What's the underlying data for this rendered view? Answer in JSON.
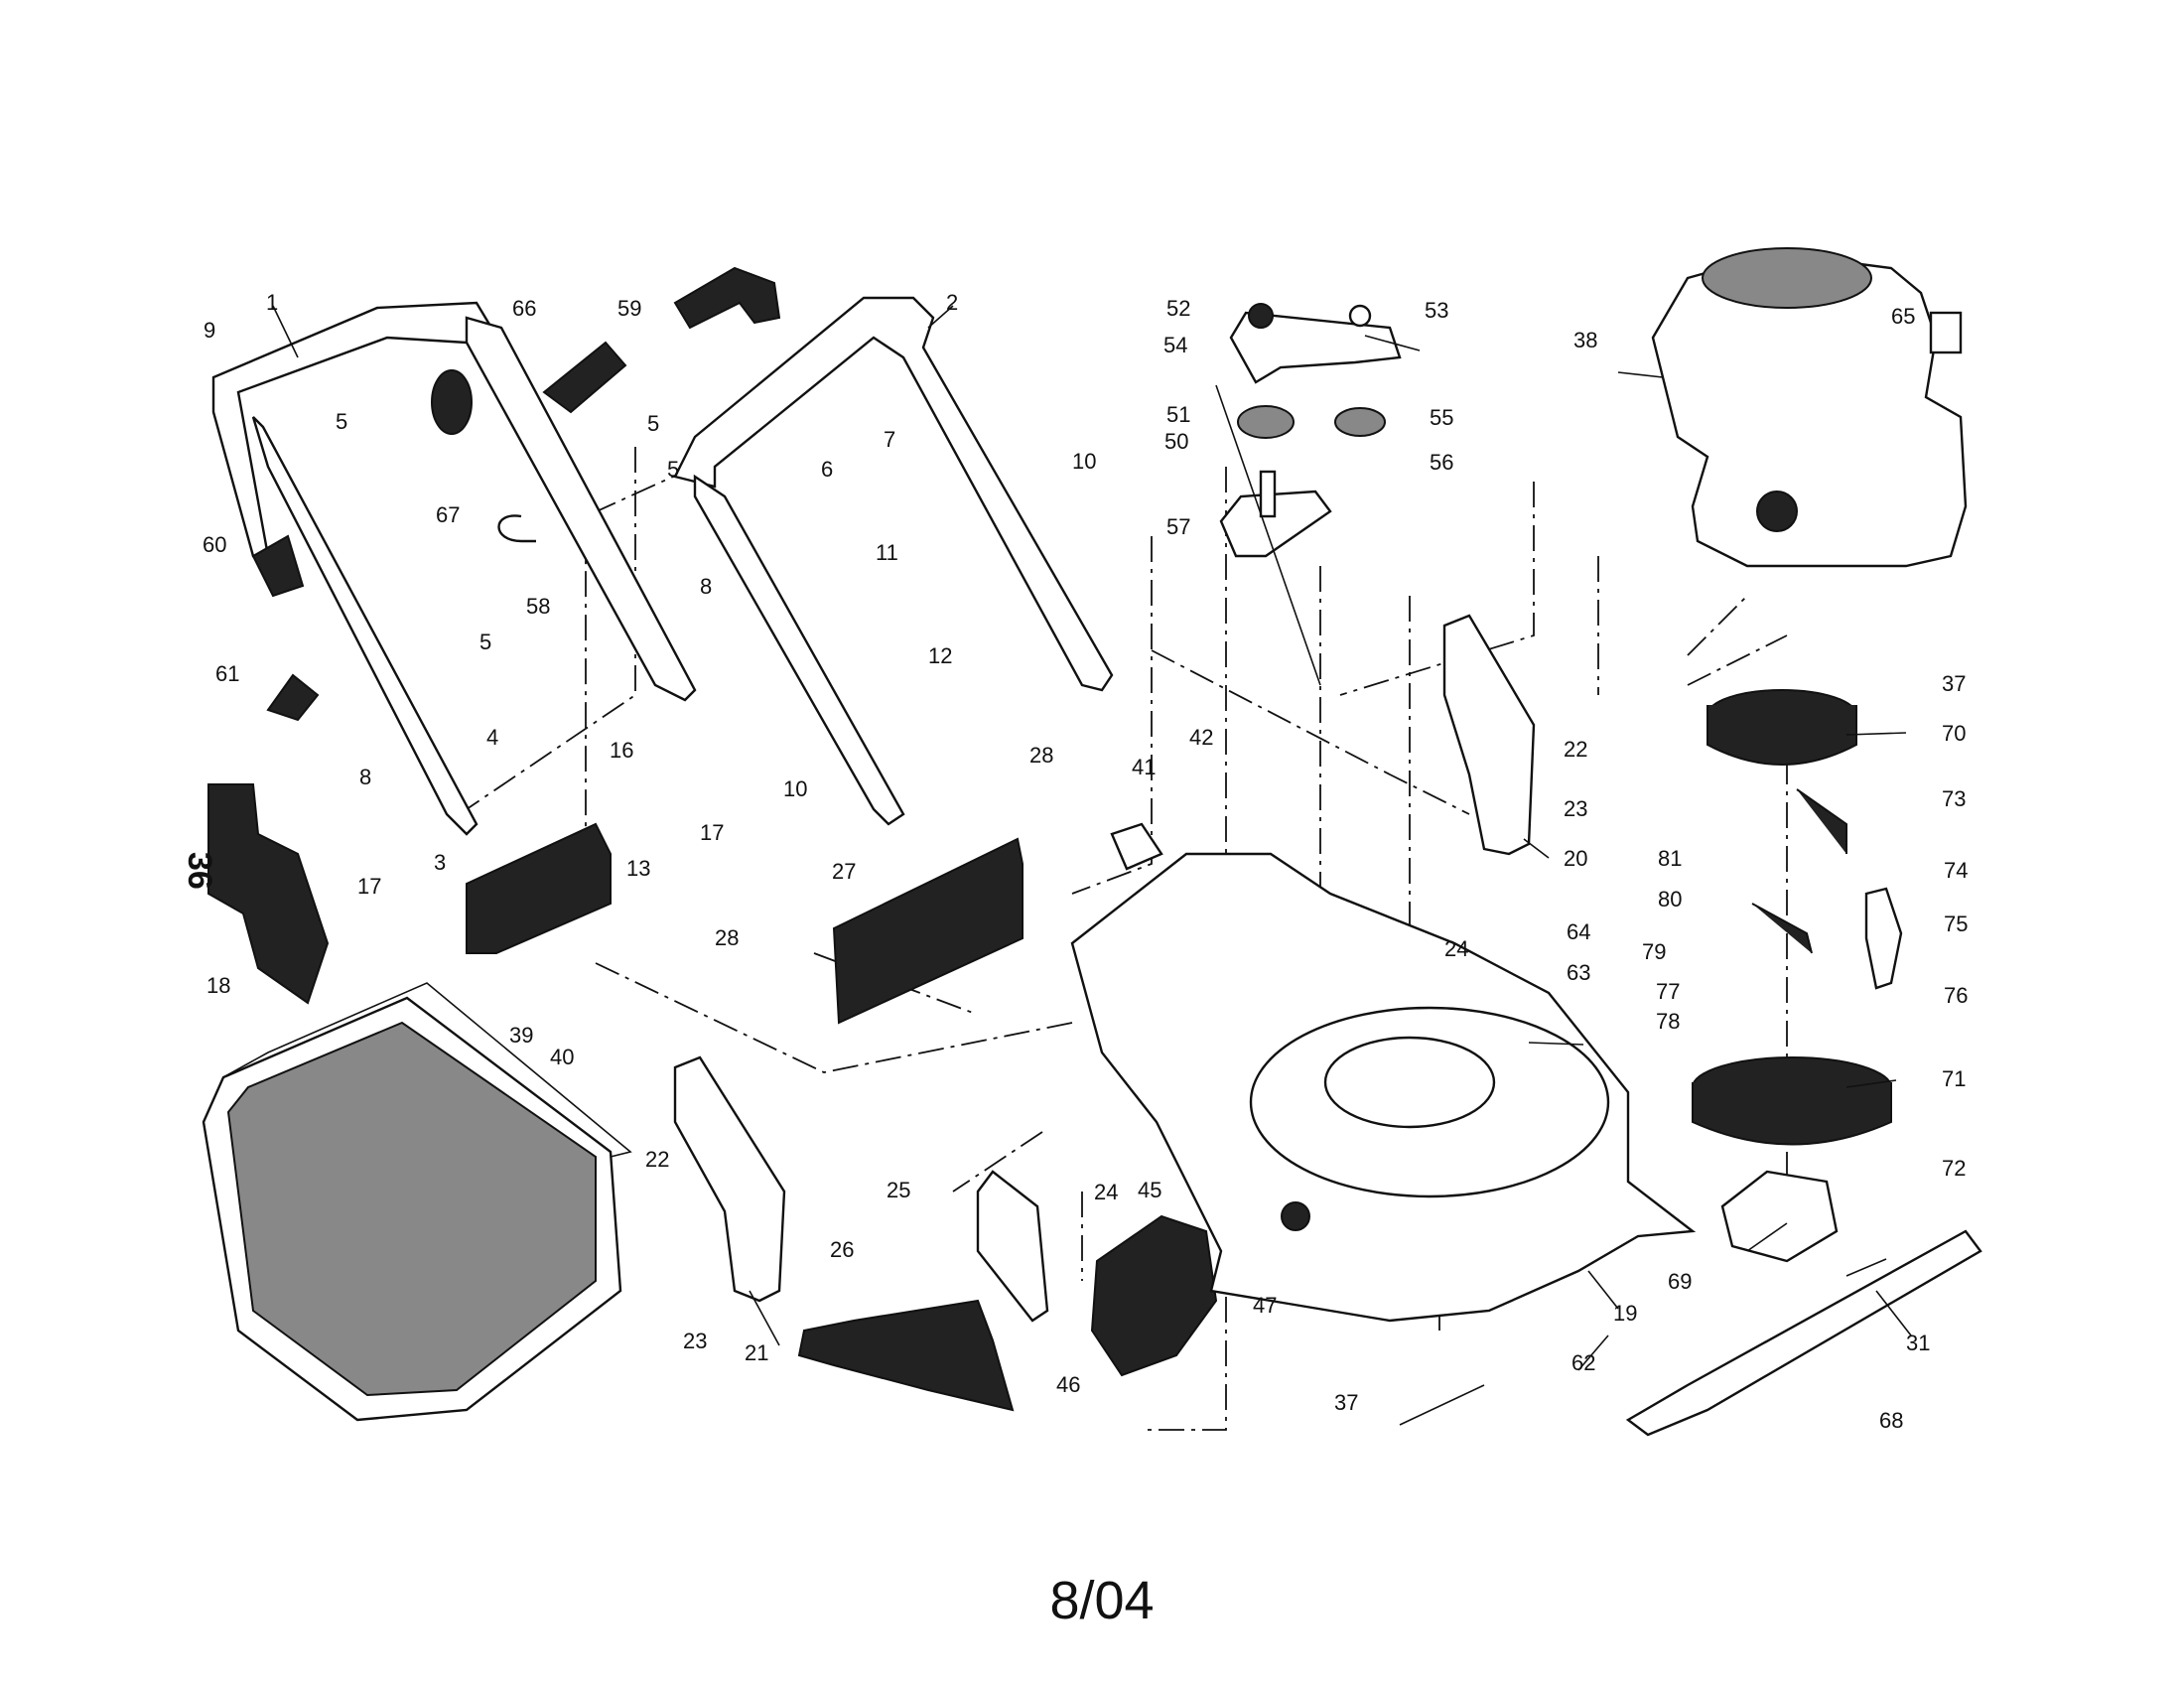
{
  "page_label": "8/04",
  "side_label": "36",
  "callouts": [
    "1",
    "2",
    "3",
    "4",
    "5",
    "5",
    "5",
    "5",
    "6",
    "7",
    "8",
    "8",
    "9",
    "10",
    "10",
    "11",
    "12",
    "13",
    "16",
    "17",
    "17",
    "18",
    "19",
    "20",
    "21",
    "22",
    "22",
    "23",
    "23",
    "24",
    "24",
    "25",
    "26",
    "27",
    "28",
    "28",
    "31",
    "37",
    "37",
    "38",
    "39",
    "40",
    "41",
    "42",
    "45",
    "46",
    "47",
    "50",
    "51",
    "52",
    "53",
    "54",
    "55",
    "56",
    "57",
    "58",
    "59",
    "60",
    "61",
    "62",
    "63",
    "64",
    "65",
    "66",
    "67",
    "68",
    "69",
    "70",
    "71",
    "72",
    "73",
    "74",
    "75",
    "76",
    "77",
    "78",
    "79",
    "80",
    "81"
  ]
}
